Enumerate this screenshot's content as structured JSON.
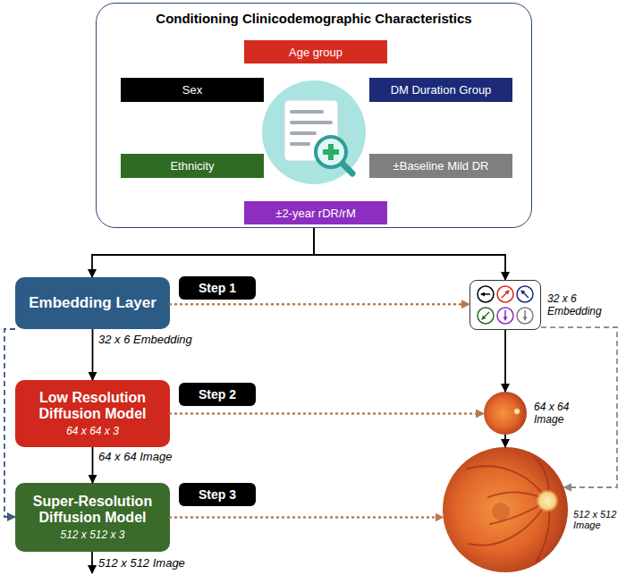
{
  "diagram": {
    "nodes": [
      {
        "text": [
          "Conditioning Clinicodemographic Characteristics"
        ]
      },
      {
        "text": [
          "Age group"
        ],
        "in": 0
      },
      {
        "text": [
          "Sex"
        ],
        "in": 0
      },
      {
        "text": [
          "DM Duration Group"
        ],
        "in": 0
      },
      {
        "text": [
          "Ethnicity"
        ],
        "in": 0
      },
      {
        "text": [
          "±Baseline Mild DR"
        ],
        "in": 0
      },
      {
        "text": [
          "±2-year rDR/rM"
        ],
        "in": 0
      },
      {
        "text": [
          "Embedding Layer"
        ]
      },
      {
        "text": [
          "Step 1"
        ]
      },
      {
        "text": [
          "Low Resolution Diffusion Model",
          "64 x 64 x 3"
        ]
      },
      {
        "text": [
          "Step 2"
        ]
      },
      {
        "text": [
          "Super-Resolution Diffusion Model",
          "512 x 512 x 3"
        ]
      },
      {
        "text": [
          "Step 3"
        ]
      },
      {
        "text": [
          "32 x 6 Embedding"
        ]
      },
      {
        "text": [
          "64 x 64 Image"
        ]
      },
      {
        "text": [
          "512 x 512 Image"
        ]
      }
    ],
    "edges": [
      {
        "from": 0,
        "to": 7,
        "arrow": "to"
      },
      {
        "from": 0,
        "to": 13,
        "arrow": "to"
      },
      {
        "from": 7,
        "to": 9,
        "label": "32 x 6 Embedding",
        "arrow": "to"
      },
      {
        "from": 9,
        "to": 11,
        "label": "64 x 64 Image",
        "arrow": "to"
      },
      {
        "from": 7,
        "to": 11,
        "arrow": "to"
      },
      {
        "from": 7,
        "to": 13,
        "arrow": "to"
      },
      {
        "from": 9,
        "to": 14,
        "arrow": "to"
      },
      {
        "from": 11,
        "to": 15,
        "arrow": "to"
      },
      {
        "from": 13,
        "to": 14,
        "arrow": "to"
      },
      {
        "from": 14,
        "to": 15,
        "arrow": "to"
      },
      {
        "from": 13,
        "to": 15,
        "arrow": "to"
      }
    ],
    "labels": [
      "512 x 512 Image"
    ]
  }
}
